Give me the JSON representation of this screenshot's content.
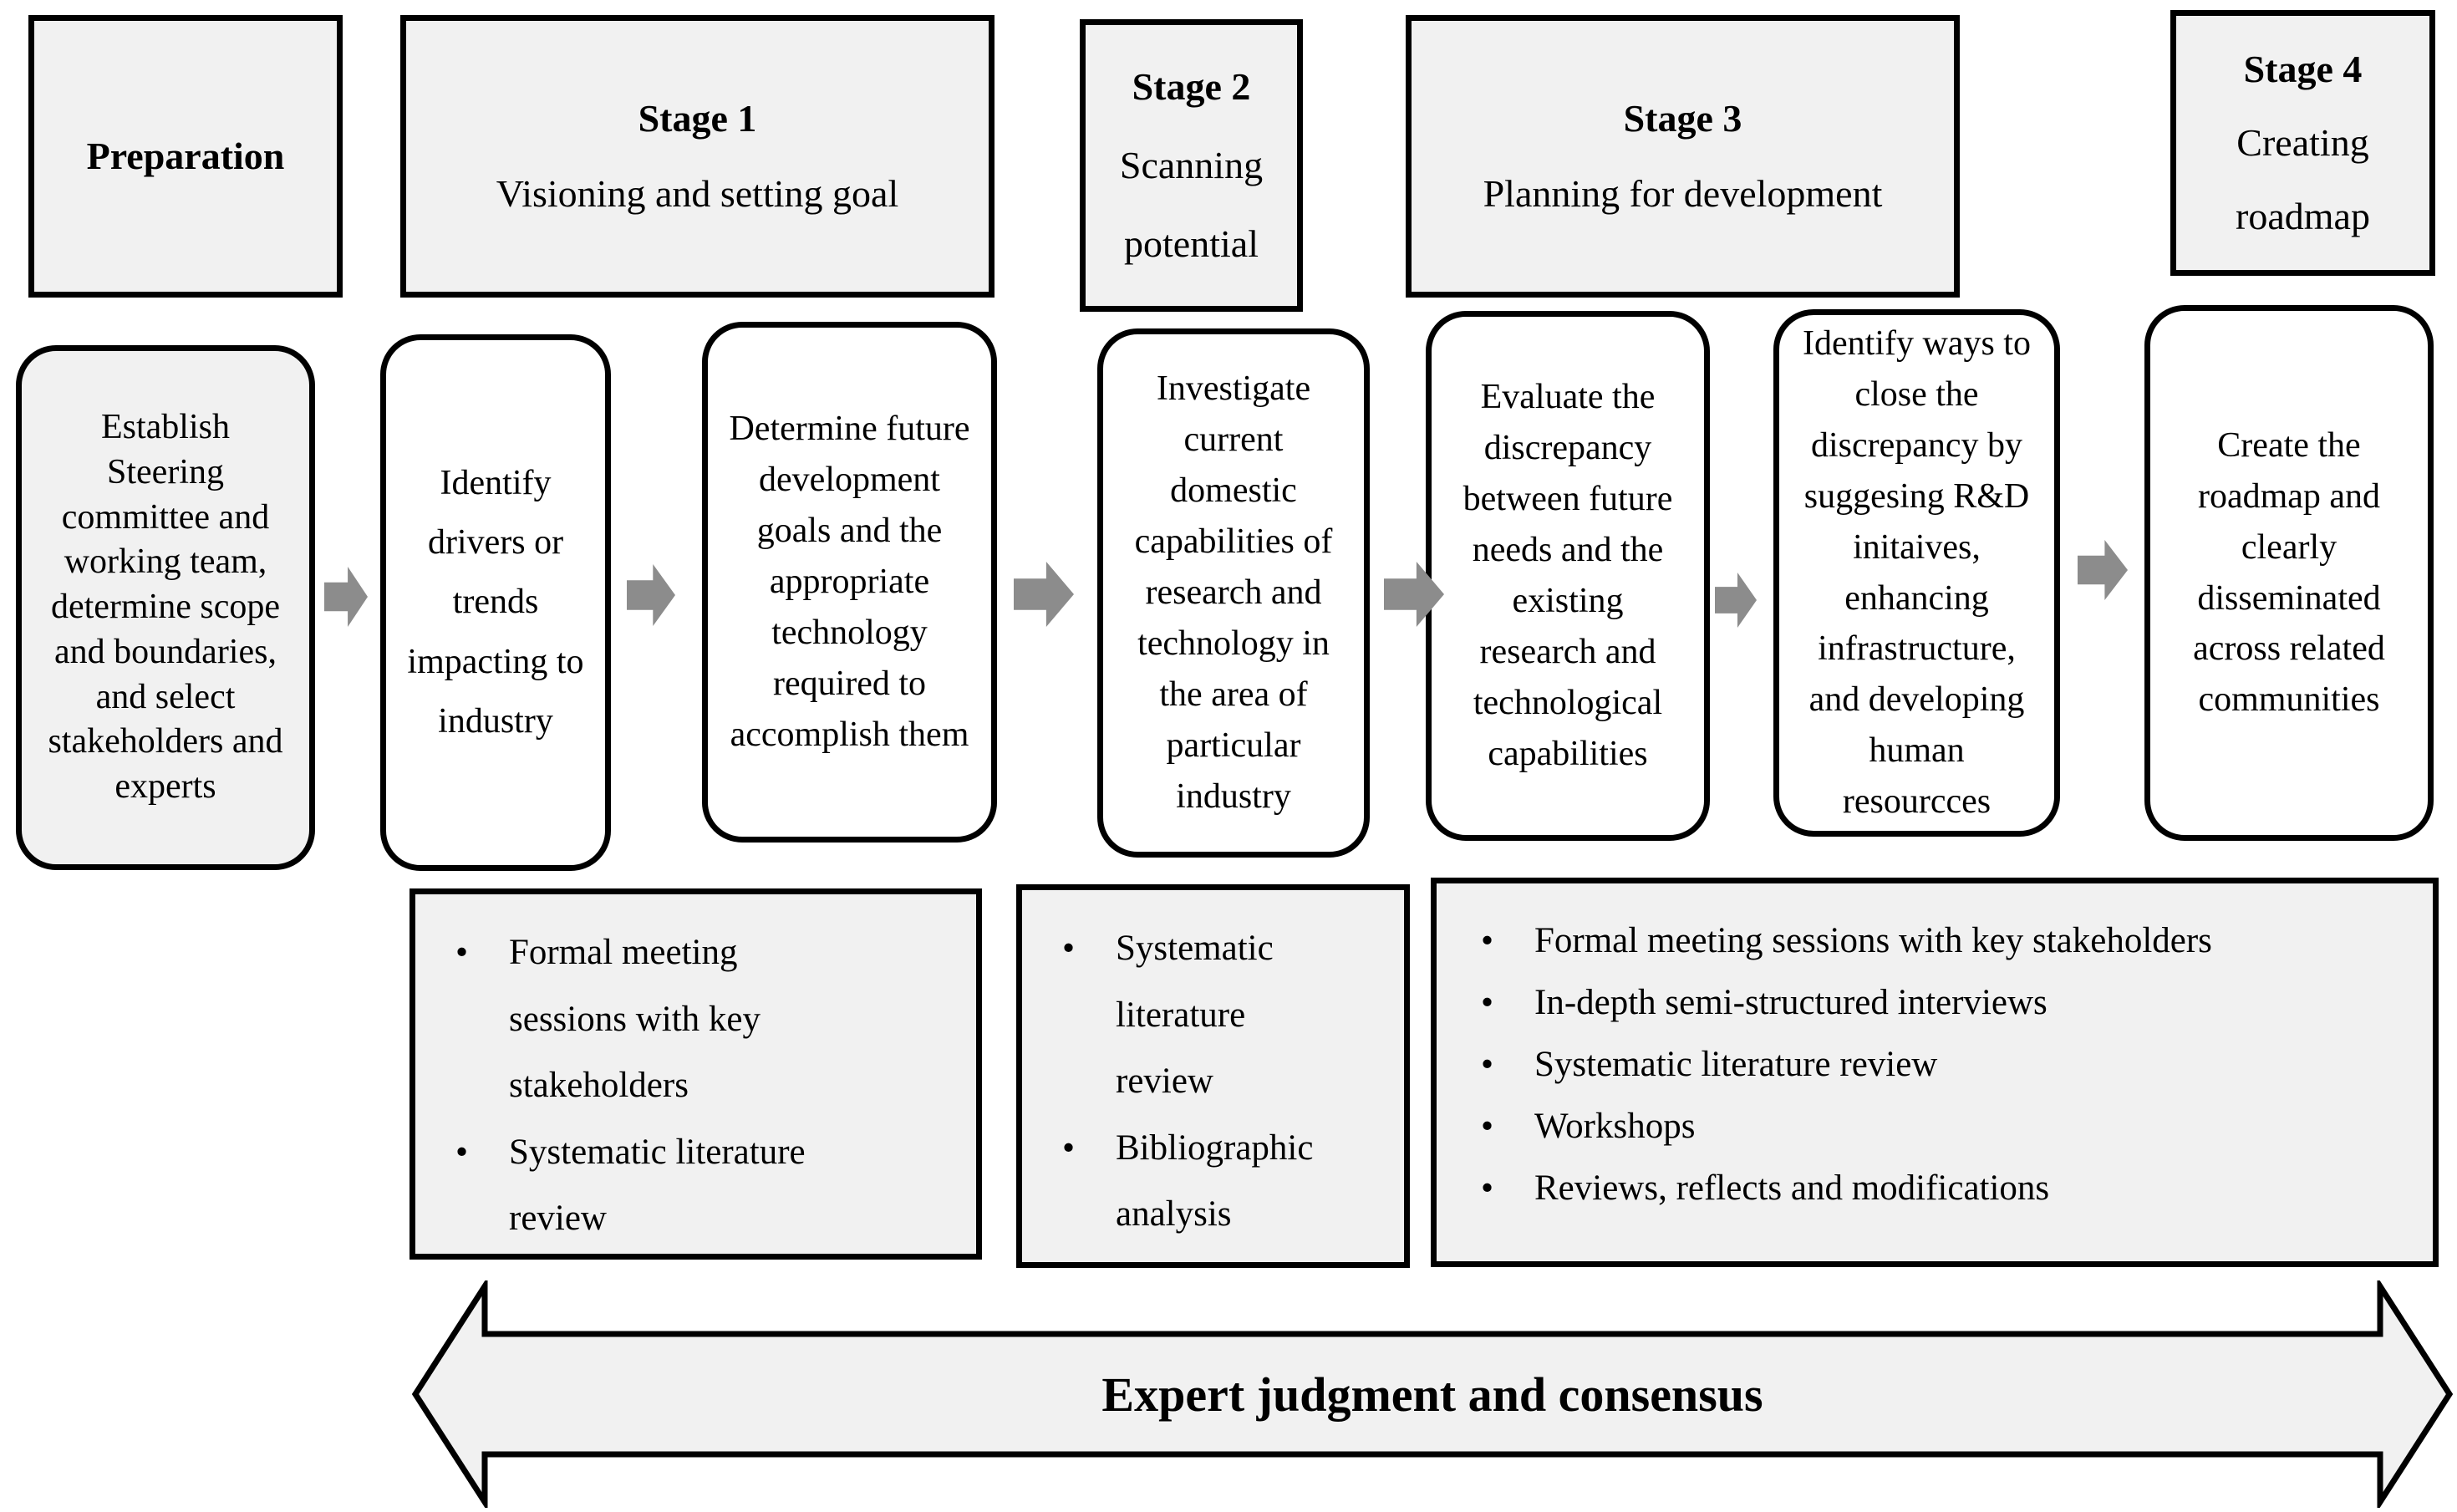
{
  "headers": [
    {
      "title": "Preparation",
      "lines": []
    },
    {
      "title": "Stage 1",
      "lines": [
        "Visioning and setting goal"
      ]
    },
    {
      "title": "Stage 2",
      "lines": [
        "Scanning",
        "potential"
      ]
    },
    {
      "title": "Stage 3",
      "lines": [
        "Planning for development"
      ]
    },
    {
      "title": "Stage 4",
      "lines": [
        "Creating",
        "roadmap"
      ]
    }
  ],
  "cards": [
    {
      "text": "Establish Steering committee and working team, determine scope and boundaries, and select stakeholders and experts"
    },
    {
      "text": "Identify drivers or trends impacting to industry"
    },
    {
      "text": "Determine future development goals and the appropriate technology required to accomplish them"
    },
    {
      "text": "Investigate current domestic capabilities of research and technology in the area of particular industry"
    },
    {
      "text": "Evaluate the discrepancy between future needs and the existing research and technological capabilities"
    },
    {
      "text": "Identify ways to close the discrepancy by suggesing R&D initaives, enhancing infrastructure, and developing human resourcces"
    },
    {
      "text": "Create the roadmap and clearly disseminated across related communities"
    }
  ],
  "methods": [
    {
      "items": [
        "Formal meeting sessions with key stakeholders",
        "Systematic literature review"
      ]
    },
    {
      "items": [
        "Systematic literature review",
        "Bibliographic analysis"
      ]
    },
    {
      "items": [
        "Formal meeting sessions with key stakeholders",
        "In-depth semi-structured interviews",
        "Systematic literature review",
        "Workshops",
        "Reviews, reflects and modifications"
      ]
    }
  ],
  "consensus": {
    "label": "Expert judgment and consensus"
  },
  "colors": {
    "box_fill": "#f1f1f1",
    "card_fill": "#ffffff",
    "border": "#000000",
    "flow_arrow": "#8c8c8c",
    "text": "#000000"
  },
  "icons": {
    "flow_arrow": "right-block-arrow",
    "consensus_arrow": "left-right-arrow"
  }
}
